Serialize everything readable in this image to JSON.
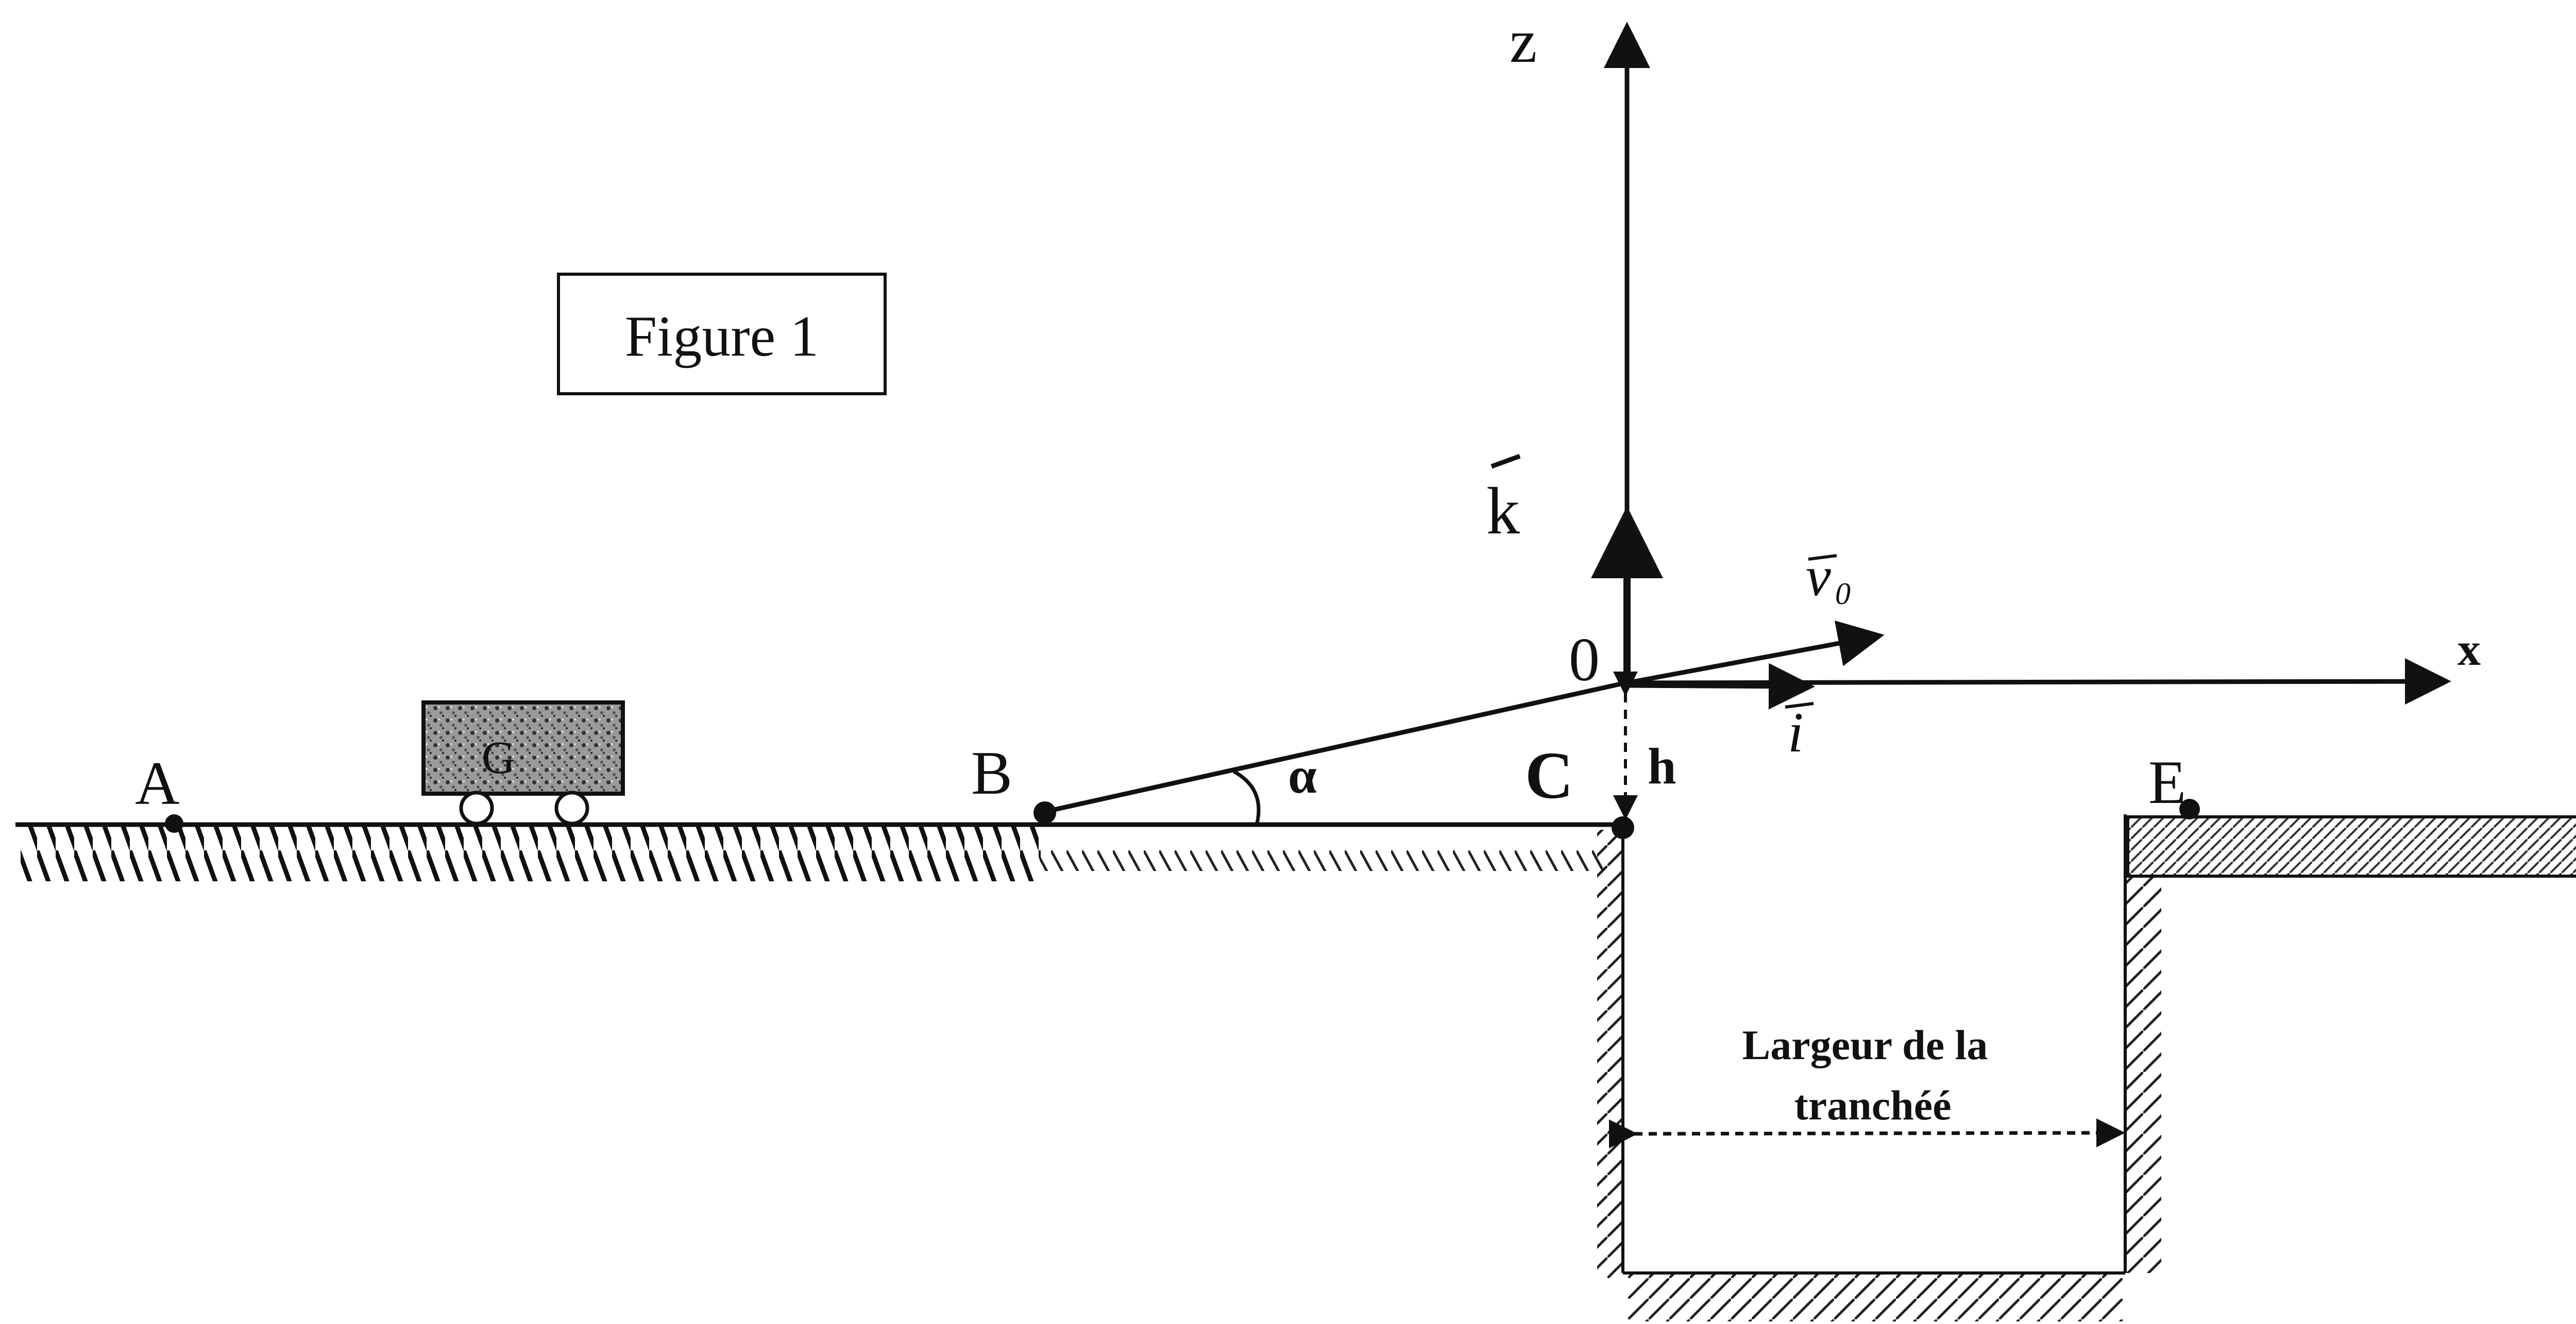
{
  "figure": {
    "title": "Figure 1",
    "points": {
      "A": "A",
      "B": "B",
      "C": "C",
      "E": "E",
      "O": "0"
    },
    "axes": {
      "z": "z",
      "x": "x"
    },
    "vectors": {
      "k": "k",
      "i": "i",
      "v0": "v",
      "v0_sub": "0"
    },
    "angle": "α",
    "height": "h",
    "trench_label_line1": "Largeur de la",
    "trench_label_line2": "tranchéé",
    "wagon_label": "G"
  }
}
